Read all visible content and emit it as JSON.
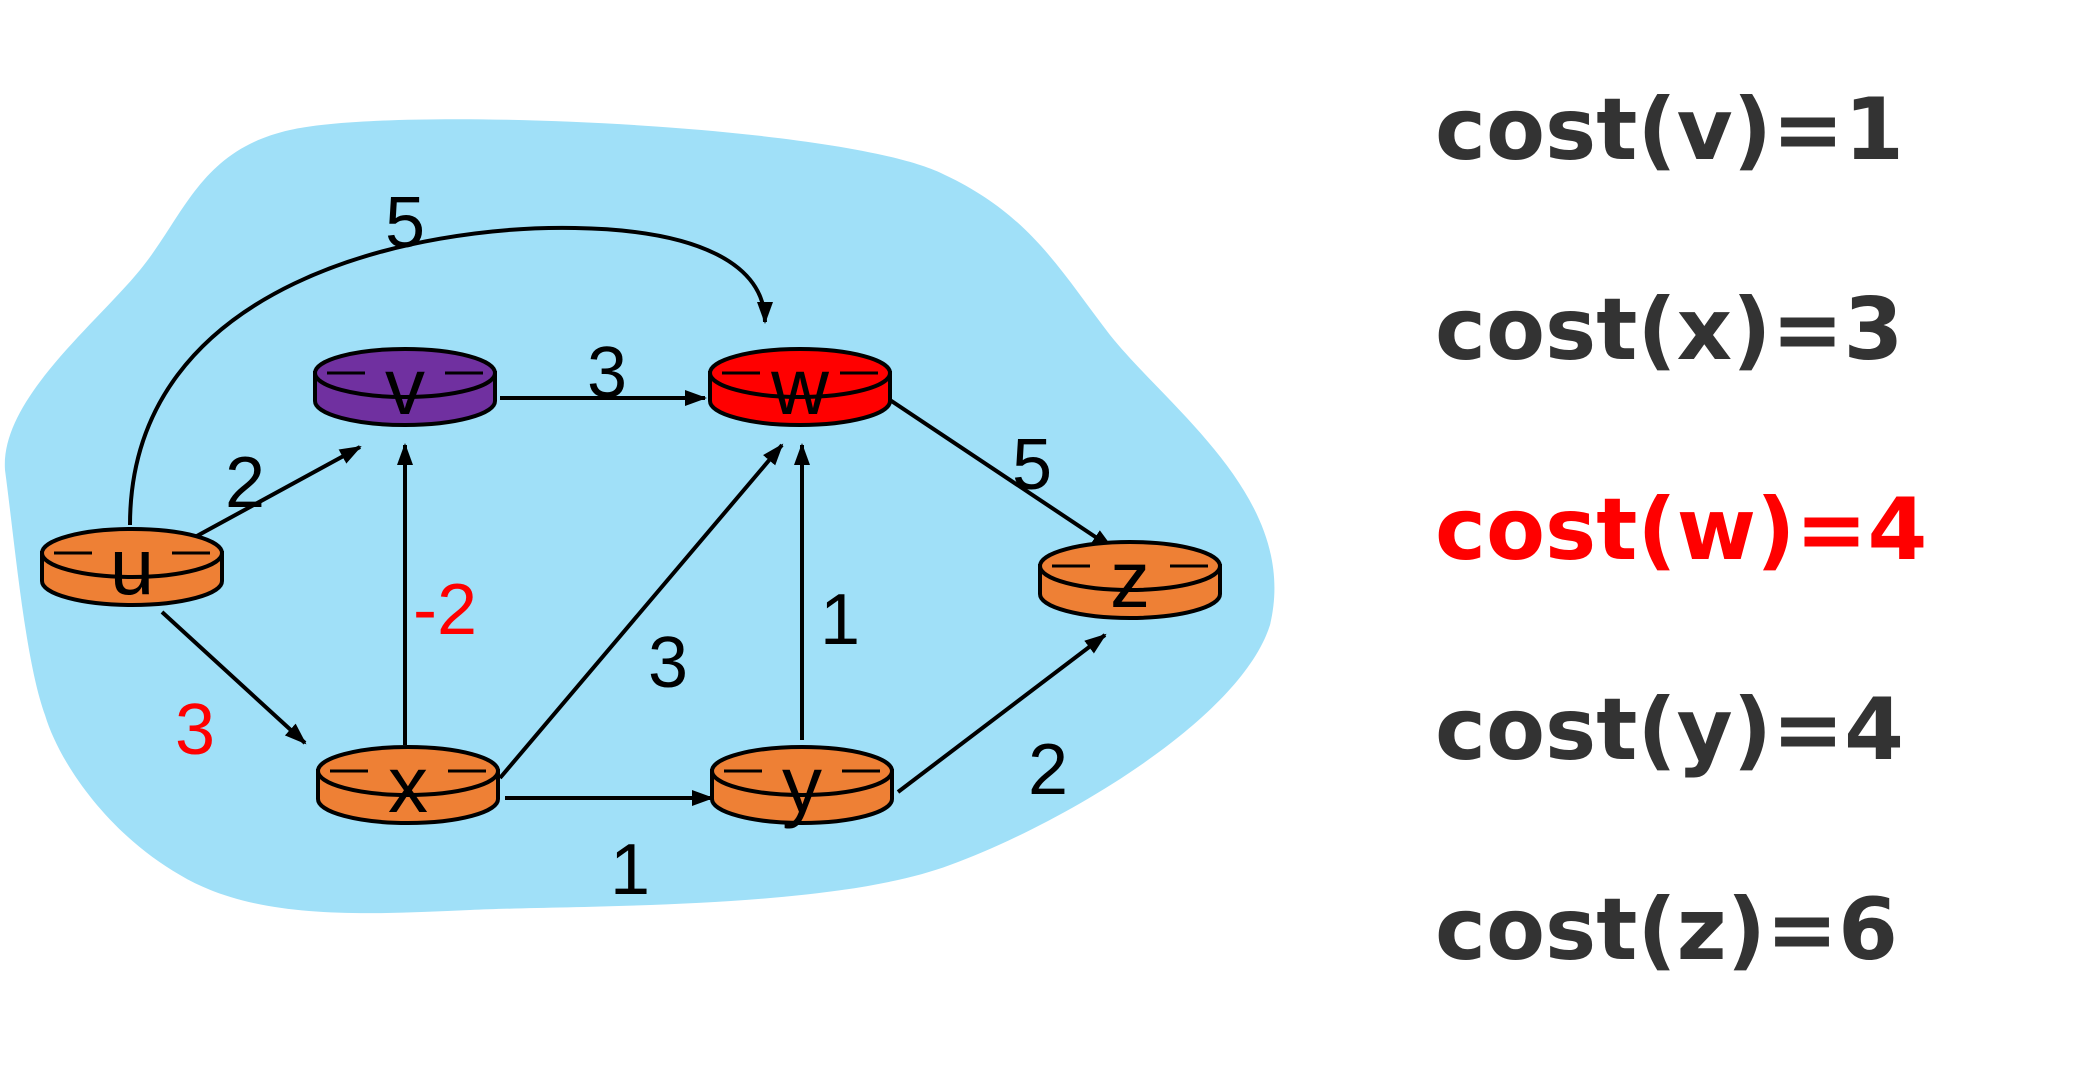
{
  "diagram": {
    "colors": {
      "cloud": "#a0e0f8",
      "node_default": "#ee8035",
      "node_v": "#7030a0",
      "node_w": "#ff0000",
      "highlight_text": "#ff0000",
      "cost_text": "#333333"
    },
    "nodes": [
      {
        "id": "u",
        "label": "u",
        "color": "#ee8035"
      },
      {
        "id": "v",
        "label": "v",
        "color": "#7030a0"
      },
      {
        "id": "w",
        "label": "w",
        "color": "#ff0000"
      },
      {
        "id": "x",
        "label": "x",
        "color": "#ee8035"
      },
      {
        "id": "y",
        "label": "y",
        "color": "#ee8035"
      },
      {
        "id": "z",
        "label": "z",
        "color": "#ee8035"
      }
    ],
    "edges": [
      {
        "from": "u",
        "to": "w",
        "weight": "5",
        "highlight": false
      },
      {
        "from": "u",
        "to": "v",
        "weight": "2",
        "highlight": false
      },
      {
        "from": "u",
        "to": "x",
        "weight": "3",
        "highlight": true
      },
      {
        "from": "v",
        "to": "w",
        "weight": "3",
        "highlight": false
      },
      {
        "from": "x",
        "to": "v",
        "weight": "-2",
        "highlight": true
      },
      {
        "from": "x",
        "to": "w",
        "weight": "3",
        "highlight": false
      },
      {
        "from": "x",
        "to": "y",
        "weight": "1",
        "highlight": false
      },
      {
        "from": "y",
        "to": "w",
        "weight": "1",
        "highlight": false
      },
      {
        "from": "y",
        "to": "z",
        "weight": "2",
        "highlight": false
      },
      {
        "from": "w",
        "to": "z",
        "weight": "5",
        "highlight": false
      }
    ]
  },
  "costs": [
    {
      "text": "cost(v)=1",
      "highlight": false
    },
    {
      "text": "cost(x)=3",
      "highlight": false
    },
    {
      "text": "cost(w)=4",
      "highlight": true
    },
    {
      "text": "cost(y)=4",
      "highlight": false
    },
    {
      "text": "cost(z)=6",
      "highlight": false
    }
  ]
}
